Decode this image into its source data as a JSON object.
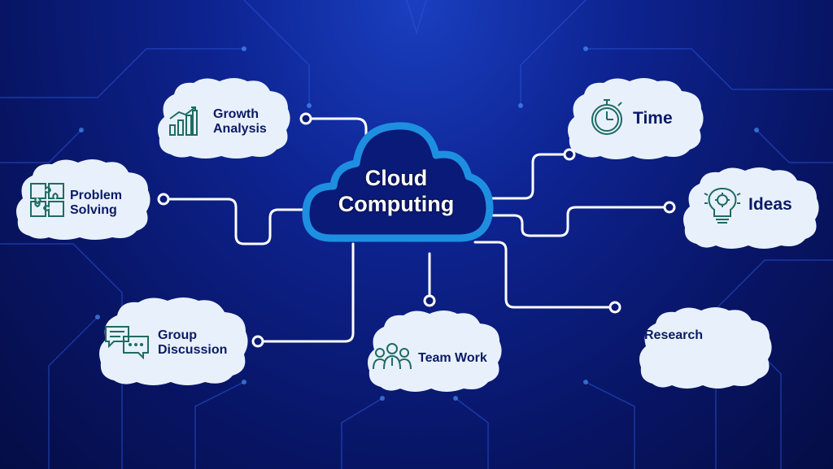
{
  "center": {
    "line1": "Cloud",
    "line2": "Computing"
  },
  "nodes": {
    "growth_analysis": {
      "line1": "Growth",
      "line2": "Analysis",
      "icon": "bar-chart-growth-icon"
    },
    "problem_solving": {
      "line1": "Problem",
      "line2": "Solving",
      "icon": "puzzle-icon"
    },
    "group_discussion": {
      "line1": "Group",
      "line2": "Discussion",
      "icon": "chat-bubbles-icon"
    },
    "team_work": {
      "label": "Team Work",
      "icon": "team-people-icon"
    },
    "time": {
      "label": "Time",
      "icon": "stopwatch-icon"
    },
    "ideas": {
      "label": "Ideas",
      "icon": "lightbulb-gear-icon"
    },
    "research": {
      "label": "Research",
      "icon": ""
    }
  },
  "colors": {
    "background": "#0a1a78",
    "bubble": "#e8f1fb",
    "text": "#0b1a66",
    "cloud_outline": "#1e8fe0",
    "connector": "#ffffff",
    "icon": "#1f6b63"
  }
}
